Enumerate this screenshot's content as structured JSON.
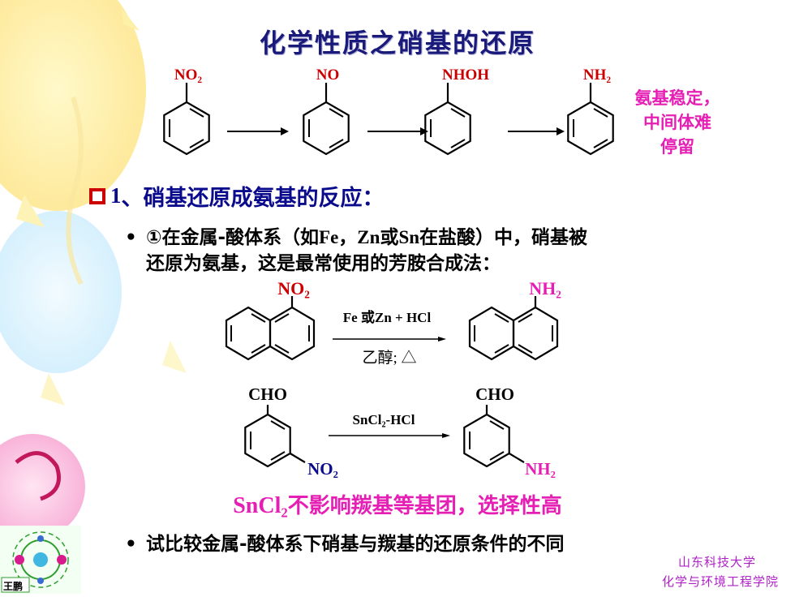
{
  "title": "化学性质之硝基的还原",
  "scheme1": {
    "labels": [
      "NO₂",
      "NO",
      "NHOH",
      "NH₂"
    ],
    "note_lines": [
      "氨基稳定，",
      "中间体难",
      "停留"
    ]
  },
  "heading": {
    "number": "1",
    "text": "、硝基还原成氨基的反应："
  },
  "bullet1": {
    "line1_parts": [
      "①在金属-酸体系（如",
      "Fe",
      "，",
      "Zn",
      "或",
      "Sn",
      "在盐酸）中，硝基被"
    ],
    "line2": "还原为氨基，这是最常使用的芳胺合成法："
  },
  "reaction1": {
    "reactant_label": "NO₂",
    "product_label": "NH₂",
    "reagent_above": "Fe 或Zn + HCl",
    "reagent_below": "乙醇; △"
  },
  "reaction2": {
    "reactant_top": "CHO",
    "reactant_bottom": "NO₂",
    "product_top": "CHO",
    "product_bottom": "NH₂",
    "reagent_above": "SnCl₂-HCl"
  },
  "conclusion": {
    "formula": "SnCl₂",
    "text": "不影响羰基等基团，选择性高"
  },
  "bullet2": "试比较金属-酸体系下硝基与羰基的还原条件的不同",
  "footer": {
    "line1": "山东科技大学",
    "line2": "化学与环境工程学院"
  },
  "logo": {
    "name": "王鹏"
  },
  "colors": {
    "title": "#1a1a7a",
    "label_red": "#cc0000",
    "pink": "#e61fb4",
    "heading_blue": "#0a0a8c",
    "footer_purple": "#b020c8"
  }
}
